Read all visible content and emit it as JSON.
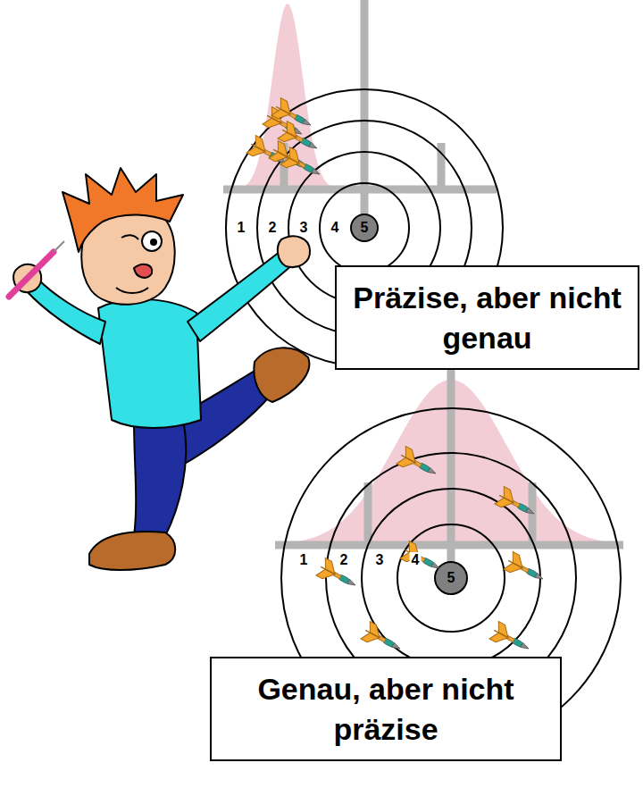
{
  "diagram": {
    "nodes": [
      {
        "text": [
          "Präzise, aber nicht genau"
        ]
      },
      {
        "text": [
          "Genau, aber nicht präzise"
        ]
      }
    ],
    "labels": [
      "1",
      "2",
      "3",
      "4",
      "5",
      "1",
      "2",
      "3",
      "4",
      "5"
    ]
  }
}
